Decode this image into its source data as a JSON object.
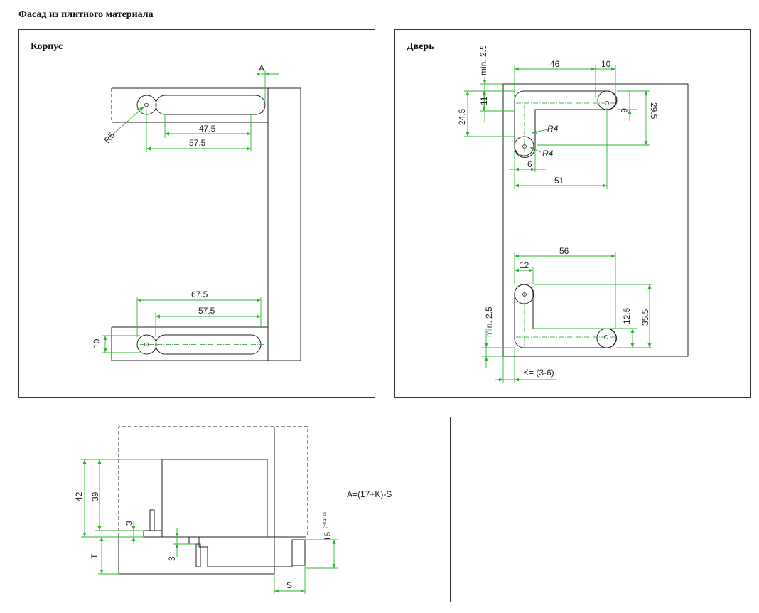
{
  "title": "Фасад из плитного материала",
  "panels": {
    "korpus": {
      "title": "Корпус",
      "dims": {
        "a": "A",
        "r5": "R5",
        "d47_5": "47.5",
        "d57_5_top": "57.5",
        "d67_5": "67.5",
        "d57_5_bot": "57.5",
        "d10": "10"
      }
    },
    "dver": {
      "title": "Дверь",
      "dims": {
        "min_top": "min. 2.5",
        "d46": "46",
        "d10": "10",
        "d11": "11",
        "d24_5": "24.5",
        "d6_right": "6",
        "d29_5": "29.5",
        "r4_a": "R4",
        "r4_b": "R4",
        "d6_bottom": "6",
        "d51": "51",
        "d56": "56",
        "d12": "12",
        "d12_5": "12.5",
        "d35_5": "35.5",
        "min_bot": "min. 2.5",
        "k": "K= (3-6)"
      }
    },
    "section": {
      "dims": {
        "d42": "42",
        "d39": "39",
        "d3_left": "3",
        "d3_mid": "3",
        "t": "T",
        "s": "S",
        "d15": "15",
        "tol": "(+0.1/-0)"
      },
      "formula": "A=(17+K)-S"
    }
  },
  "colors": {
    "dimension": "#2fb52f",
    "outline": "#222222"
  }
}
